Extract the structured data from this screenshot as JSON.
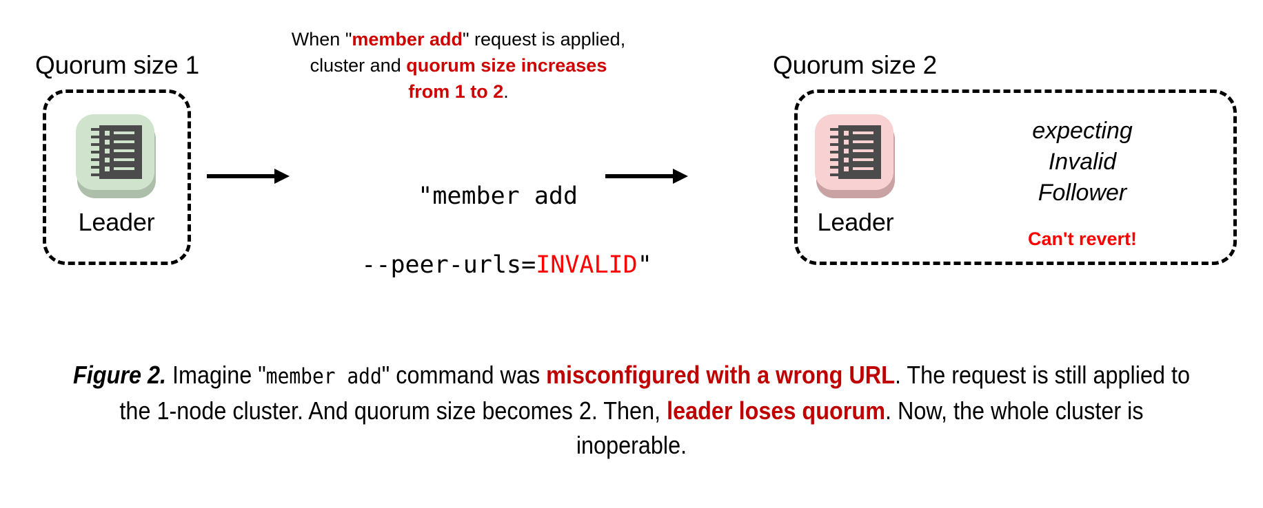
{
  "figure": {
    "left_cluster": {
      "title": "Quorum size 1",
      "node_label": "Leader",
      "icon": "ledger-icon",
      "tile_color": "#cfe3cd"
    },
    "right_cluster": {
      "title": "Quorum size 2",
      "node_label": "Leader",
      "icon": "ledger-icon",
      "tile_color": "#f8d2d2",
      "status_lines": "expecting\nInvalid\nFollower",
      "warning": "Can't revert!"
    },
    "top_note": {
      "part1": "When \"",
      "emphasis1": "member add",
      "part2": "\" request is applied,",
      "part3": "cluster and ",
      "emphasis2": "quorum size increases",
      "emphasis3": "from 1 to 2",
      "part4": "."
    },
    "command": {
      "line1": "\"member add",
      "line2_prefix": "--peer-urls=",
      "line2_value": "INVALID",
      "line2_suffix": "\""
    },
    "caption": {
      "fig_num": "Figure 2.",
      "t1": " Imagine \"",
      "mono1": "member add",
      "t2": "\" command was ",
      "hl1": "misconfigured with a wrong URL",
      "t3": ". The request is still applied to the 1-node cluster. And quorum size becomes 2. Then, ",
      "hl2": "leader loses quorum",
      "t4": ". Now, the whole cluster is inoperable."
    },
    "colors": {
      "accent_red": "#cc0000",
      "bright_red": "#ff0000",
      "green_tile": "#cfe3cd",
      "pink_tile": "#f8d2d2",
      "ledger_dark": "#4b4b4b"
    }
  }
}
